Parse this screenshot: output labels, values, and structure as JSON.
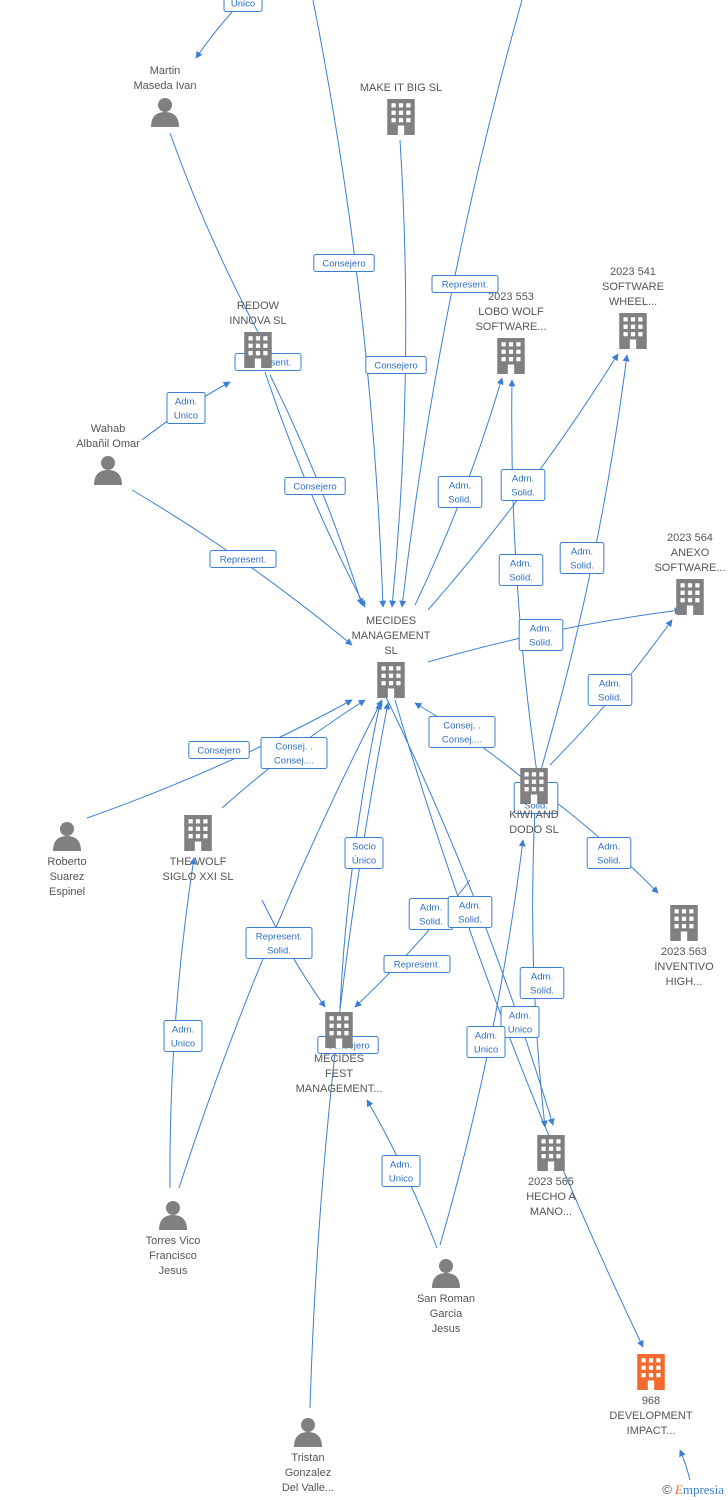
{
  "colors": {
    "edge": "#3a7fd5",
    "node": "#808080",
    "highlight": "#f26a2e",
    "label": "#555555"
  },
  "nodes": [
    {
      "id": "martin",
      "kind": "person",
      "icon": "person-icon",
      "lines": [
        "Martin",
        "Maseda Ivan"
      ]
    },
    {
      "id": "makeitbig",
      "kind": "company",
      "icon": "building-icon",
      "lines": [
        "MAKE IT BIG  SL"
      ]
    },
    {
      "id": "redow",
      "kind": "company",
      "icon": "building-icon",
      "lines": [
        "REDOW",
        "INNOVA  SL"
      ]
    },
    {
      "id": "lobowolf",
      "kind": "company",
      "icon": "building-icon",
      "lines": [
        "2023 553",
        "LOBO WOLF",
        "SOFTWARE..."
      ]
    },
    {
      "id": "sw541",
      "kind": "company",
      "icon": "building-icon",
      "lines": [
        "2023 541",
        "SOFTWARE",
        "WHEEL..."
      ]
    },
    {
      "id": "wahab",
      "kind": "person",
      "icon": "person-icon",
      "lines": [
        "Wahab",
        "Albañil Omar"
      ]
    },
    {
      "id": "anexo",
      "kind": "company",
      "icon": "building-icon",
      "lines": [
        "2023 564",
        "ANEXO",
        "SOFTWARE..."
      ]
    },
    {
      "id": "mecides",
      "kind": "company",
      "icon": "building-icon",
      "lines": [
        "MECIDES",
        "MANAGEMENT",
        "SL"
      ]
    },
    {
      "id": "roberto",
      "kind": "person",
      "icon": "person-icon",
      "lines": [
        "Roberto",
        "Suarez",
        "Espinel"
      ]
    },
    {
      "id": "thewolf",
      "kind": "company",
      "icon": "building-icon",
      "lines": [
        "THE WOLF",
        "SIGLO XXI  SL"
      ]
    },
    {
      "id": "kiwi",
      "kind": "company",
      "icon": "building-icon",
      "lines": [
        "KIWI AND",
        "DODO  SL"
      ]
    },
    {
      "id": "inventivo",
      "kind": "company",
      "icon": "building-icon",
      "lines": [
        "2023 563",
        "INVENTIVO",
        "HIGH..."
      ]
    },
    {
      "id": "fest",
      "kind": "company",
      "icon": "building-icon",
      "lines": [
        "MECIDES",
        "FEST",
        "MANAGEMENT..."
      ]
    },
    {
      "id": "hecho",
      "kind": "company",
      "icon": "building-icon",
      "lines": [
        "2023 565",
        "HECHO A",
        "MANO..."
      ]
    },
    {
      "id": "torres",
      "kind": "person",
      "icon": "person-icon",
      "lines": [
        "Torres Vico",
        "Francisco",
        "Jesus"
      ]
    },
    {
      "id": "sanroman",
      "kind": "person",
      "icon": "person-icon",
      "lines": [
        "San Roman",
        "Garcia",
        "Jesus"
      ]
    },
    {
      "id": "dev968",
      "kind": "company-highlight",
      "icon": "building-icon",
      "lines": [
        "968",
        "DEVELOPMENT",
        "IMPACT..."
      ]
    },
    {
      "id": "tristan",
      "kind": "person",
      "icon": "person-icon",
      "lines": [
        "Tristan",
        "Gonzalez",
        "Del Valle..."
      ]
    }
  ],
  "edge_labels": [
    {
      "lines": [
        "Unico"
      ]
    },
    {
      "lines": [
        "Consejero"
      ]
    },
    {
      "lines": [
        "Represent."
      ]
    },
    {
      "lines": [
        "Consejero"
      ]
    },
    {
      "lines": [
        "Represent."
      ]
    },
    {
      "lines": [
        "Adm.",
        "Unico"
      ]
    },
    {
      "lines": [
        "Consejero"
      ]
    },
    {
      "lines": [
        "Adm.",
        "Solid."
      ]
    },
    {
      "lines": [
        "Adm.",
        "Solid."
      ]
    },
    {
      "lines": [
        "Represent."
      ]
    },
    {
      "lines": [
        "Adm.",
        "Solid."
      ]
    },
    {
      "lines": [
        "Adm.",
        "Solid."
      ]
    },
    {
      "lines": [
        "Adm.",
        "Solid."
      ]
    },
    {
      "lines": [
        "Adm.",
        "Solid."
      ]
    },
    {
      "lines": [
        "Consejero"
      ]
    },
    {
      "lines": [
        "Consej. .",
        "Consej...."
      ]
    },
    {
      "lines": [
        "Consej. .",
        "Consej...."
      ]
    },
    {
      "lines": [
        "Adm.",
        "Solid."
      ]
    },
    {
      "lines": [
        "Adm.",
        "Solid."
      ]
    },
    {
      "lines": [
        "Socio",
        "Único"
      ]
    },
    {
      "lines": [
        "Represent.",
        "Solid."
      ]
    },
    {
      "lines": [
        "Adm.",
        "Solid."
      ]
    },
    {
      "lines": [
        "Adm.",
        "Solid."
      ]
    },
    {
      "lines": [
        "Represent."
      ]
    },
    {
      "lines": [
        "Adm.",
        "Solid."
      ]
    },
    {
      "lines": [
        "Adm.",
        "Unico"
      ]
    },
    {
      "lines": [
        "Adm.",
        "Unico"
      ]
    },
    {
      "lines": [
        "Consejero"
      ]
    },
    {
      "lines": [
        "Adm.",
        "Unico"
      ]
    },
    {
      "lines": [
        "Adm.",
        "Unico"
      ]
    }
  ],
  "copyright": {
    "symbol": "©",
    "brand_first": "E",
    "brand_rest": "mpresia"
  }
}
